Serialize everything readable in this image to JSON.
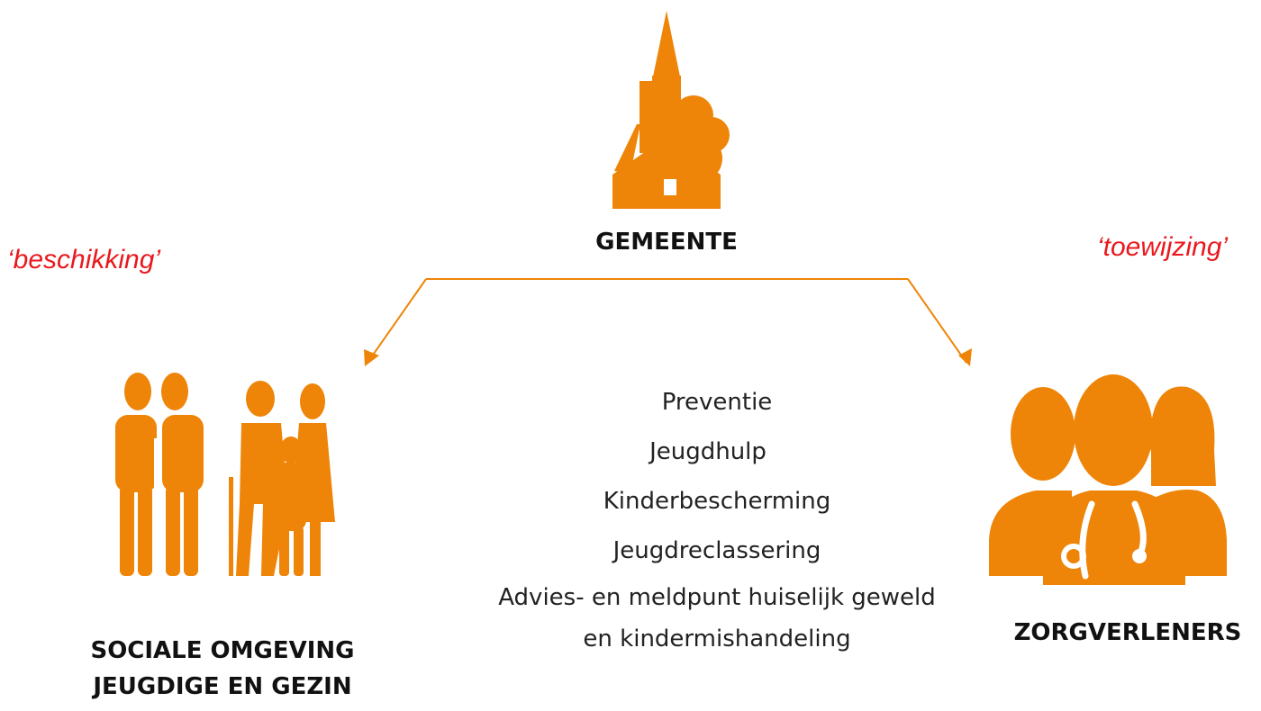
{
  "colors": {
    "accent": "#EE8508",
    "annotation": "#E8191E",
    "text": "#111111"
  },
  "nodes": {
    "gemeente": {
      "label": "GEMEENTE",
      "icon": "church-tree-house-icon"
    },
    "sociale_omgeving": {
      "line1": "SOCIALE OMGEVING",
      "line2": "JEUGDIGE EN GEZIN",
      "icon": "family-icon"
    },
    "zorgverleners": {
      "label": "ZORGVERLENERS",
      "icon": "care-providers-icon"
    }
  },
  "annotations": {
    "left": "‘beschikking’",
    "right": "‘toewijzing’"
  },
  "services": [
    "Preventie",
    "Jeugdhulp",
    "Kinderbescherming",
    "Jeugdreclassering",
    "Advies- en meldpunt huiselijk geweld",
    "en kindermishandeling"
  ]
}
